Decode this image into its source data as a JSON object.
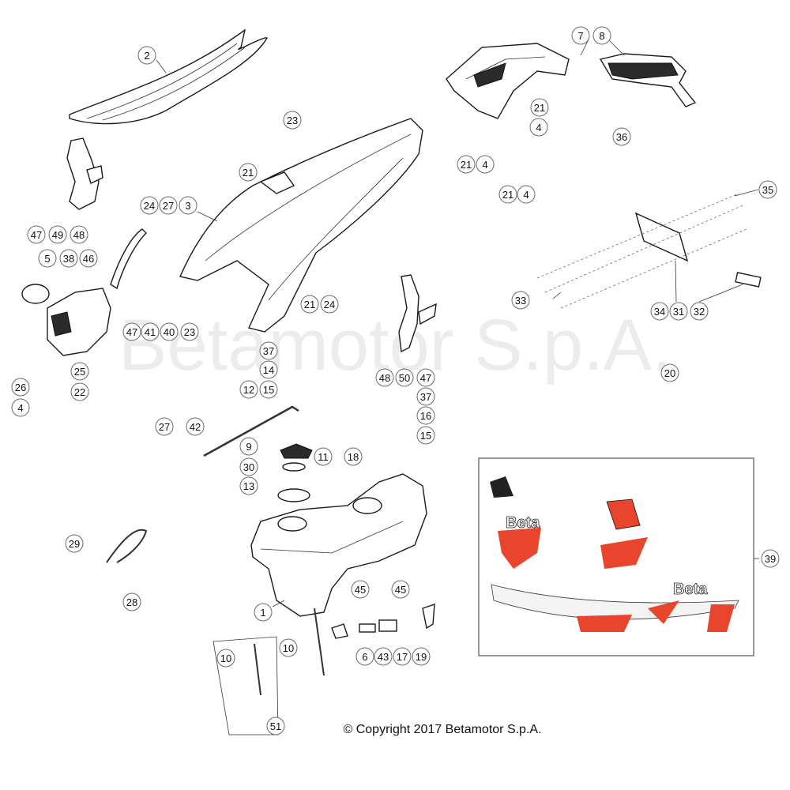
{
  "watermark": "Betamotor S.p.A.",
  "copyright": "© Copyright 2017 Betamotor S.p.A.",
  "decal_text": "Beta",
  "colors": {
    "decal_accent": "#e8452c",
    "line": "#1a1a1a"
  },
  "callouts": {
    "c2": "2",
    "c7": "7",
    "c8": "8",
    "c23a": "23",
    "c21a": "21",
    "c21b": "21",
    "c4b": "4",
    "c36": "36",
    "c21c": "21",
    "c4c": "4",
    "c21d": "21",
    "c4d": "4",
    "c24a": "24",
    "c27a": "27",
    "c3": "3",
    "c35": "35",
    "c47a": "47",
    "c49": "49",
    "c48a": "48",
    "c5": "5",
    "c38": "38",
    "c46": "46",
    "c33": "33",
    "c34": "34",
    "c31": "31",
    "c32": "32",
    "c21e": "21",
    "c24b": "24",
    "c47b": "47",
    "c41": "41",
    "c40": "40",
    "c23b": "23",
    "c37a": "37",
    "c14": "14",
    "c25": "25",
    "c26": "26",
    "c22": "22",
    "c48b": "48",
    "c50": "50",
    "c47c": "47",
    "c20": "20",
    "c12": "12",
    "c15a": "15",
    "c4a": "4",
    "c27b": "27",
    "c42": "42",
    "c37b": "37",
    "c16": "16",
    "c15b": "15",
    "c9": "9",
    "c11": "11",
    "c30": "30",
    "c18": "18",
    "c13": "13",
    "c29": "29",
    "c28": "28",
    "c39": "39",
    "c1": "1",
    "c45a": "45",
    "c45b": "45",
    "c10a": "10",
    "c10b": "10",
    "c6": "6",
    "c43": "43",
    "c17": "17",
    "c19": "19",
    "c51": "51"
  }
}
